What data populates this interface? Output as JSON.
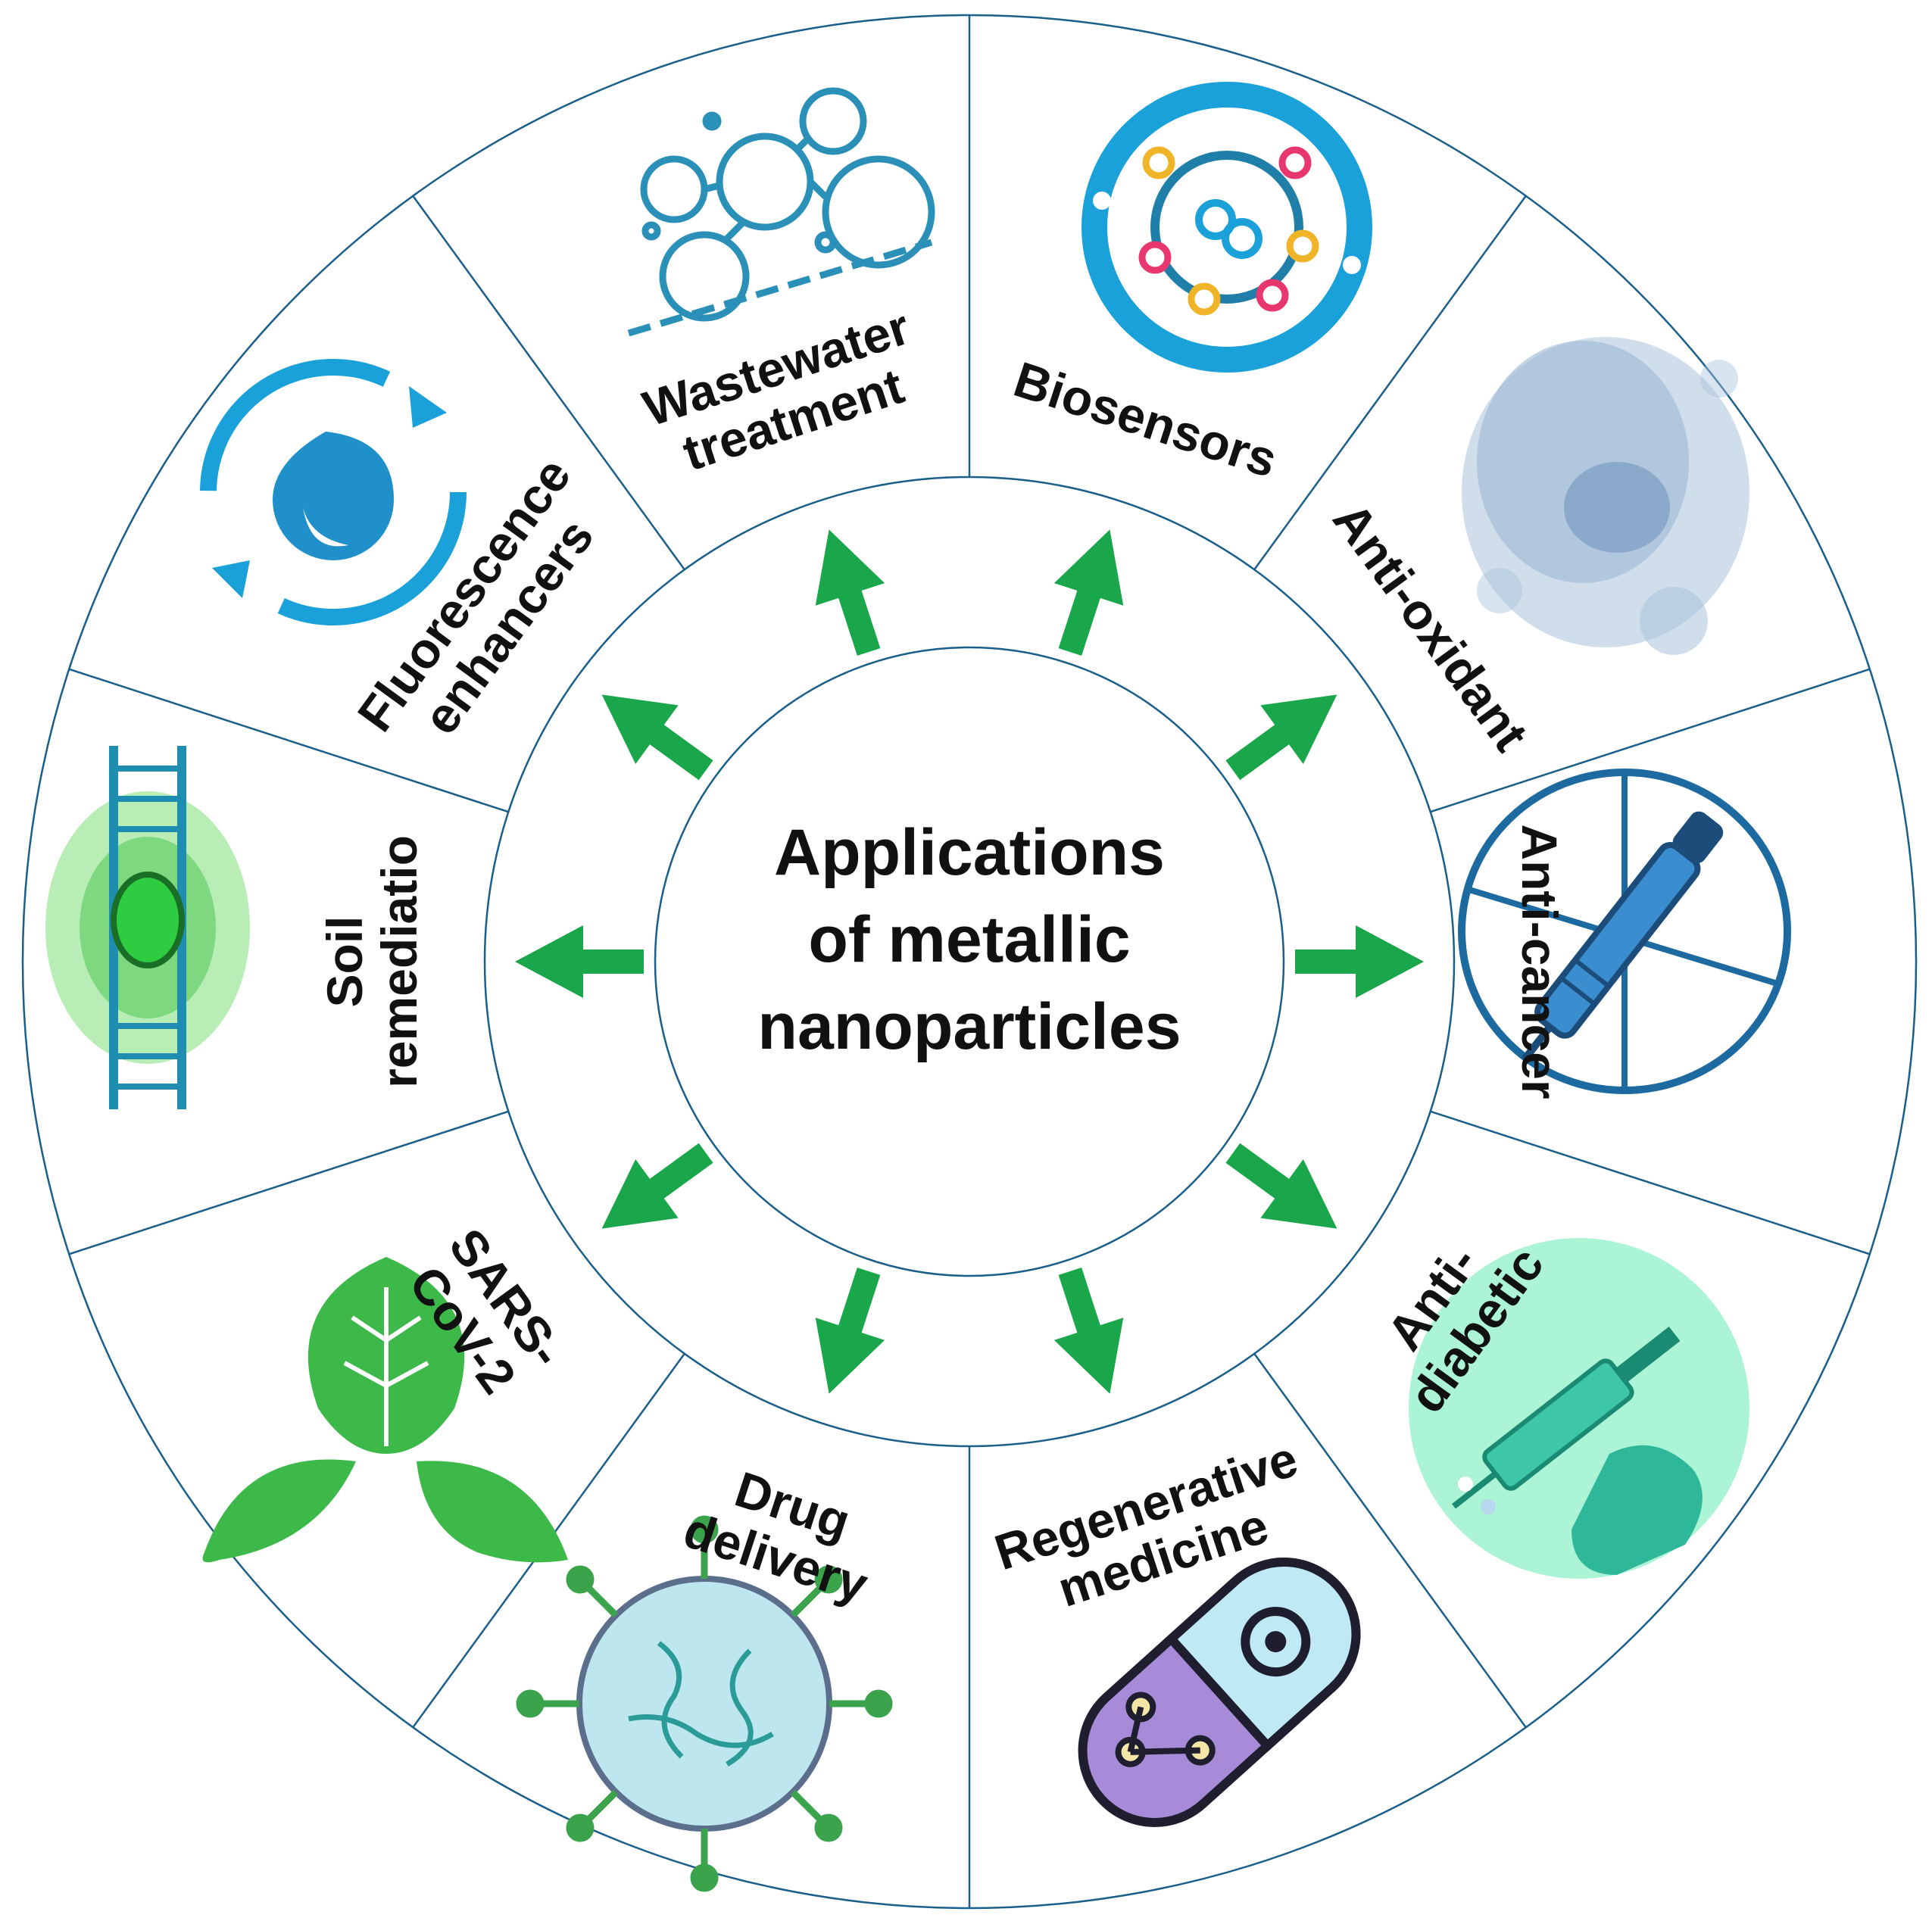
{
  "center": {
    "title_lines": [
      "Applications",
      "of metallic",
      "nanoparticles"
    ]
  },
  "segments": [
    {
      "id": "biosensors",
      "lines": [
        "Biosensors"
      ],
      "icon": "network-bubbles-icon"
    },
    {
      "id": "anti-oxidant",
      "lines": [
        "Anti-oxidant"
      ],
      "icon": "atom-ring-icon"
    },
    {
      "id": "anti-cancer",
      "lines": [
        "Anti-cancer"
      ],
      "icon": "cancer-cell-icon"
    },
    {
      "id": "anti-diabetic",
      "lines": [
        "Anti-",
        "diabetic"
      ],
      "icon": "insulin-pen-icon"
    },
    {
      "id": "regenerative-medicine",
      "lines": [
        "Regenerative",
        "medicine"
      ],
      "icon": "syringe-hand-icon"
    },
    {
      "id": "drug-delivery",
      "lines": [
        "Drug",
        "delivery"
      ],
      "icon": "capsule-gear-icon"
    },
    {
      "id": "sars-cov-2",
      "lines": [
        "SARS-",
        "CoV-2"
      ],
      "icon": "virus-icon"
    },
    {
      "id": "soil-remediation",
      "lines": [
        "Soil",
        "remediatio"
      ],
      "icon": "leaves-icon"
    },
    {
      "id": "fluorescence-enhancers",
      "lines": [
        "Fluorescence",
        "enhancers"
      ],
      "icon": "dna-fluorescence-icon"
    },
    {
      "id": "wastewater-treatment",
      "lines": [
        "Wastewater",
        "treatment"
      ],
      "icon": "water-cycle-icon"
    }
  ],
  "colors": {
    "arrow": "#1aa64a",
    "ring": "#1a5e8a",
    "icon_blue": "#1aa1d9",
    "icon_green": "#3db94a",
    "icon_purple": "#a78bd8"
  }
}
